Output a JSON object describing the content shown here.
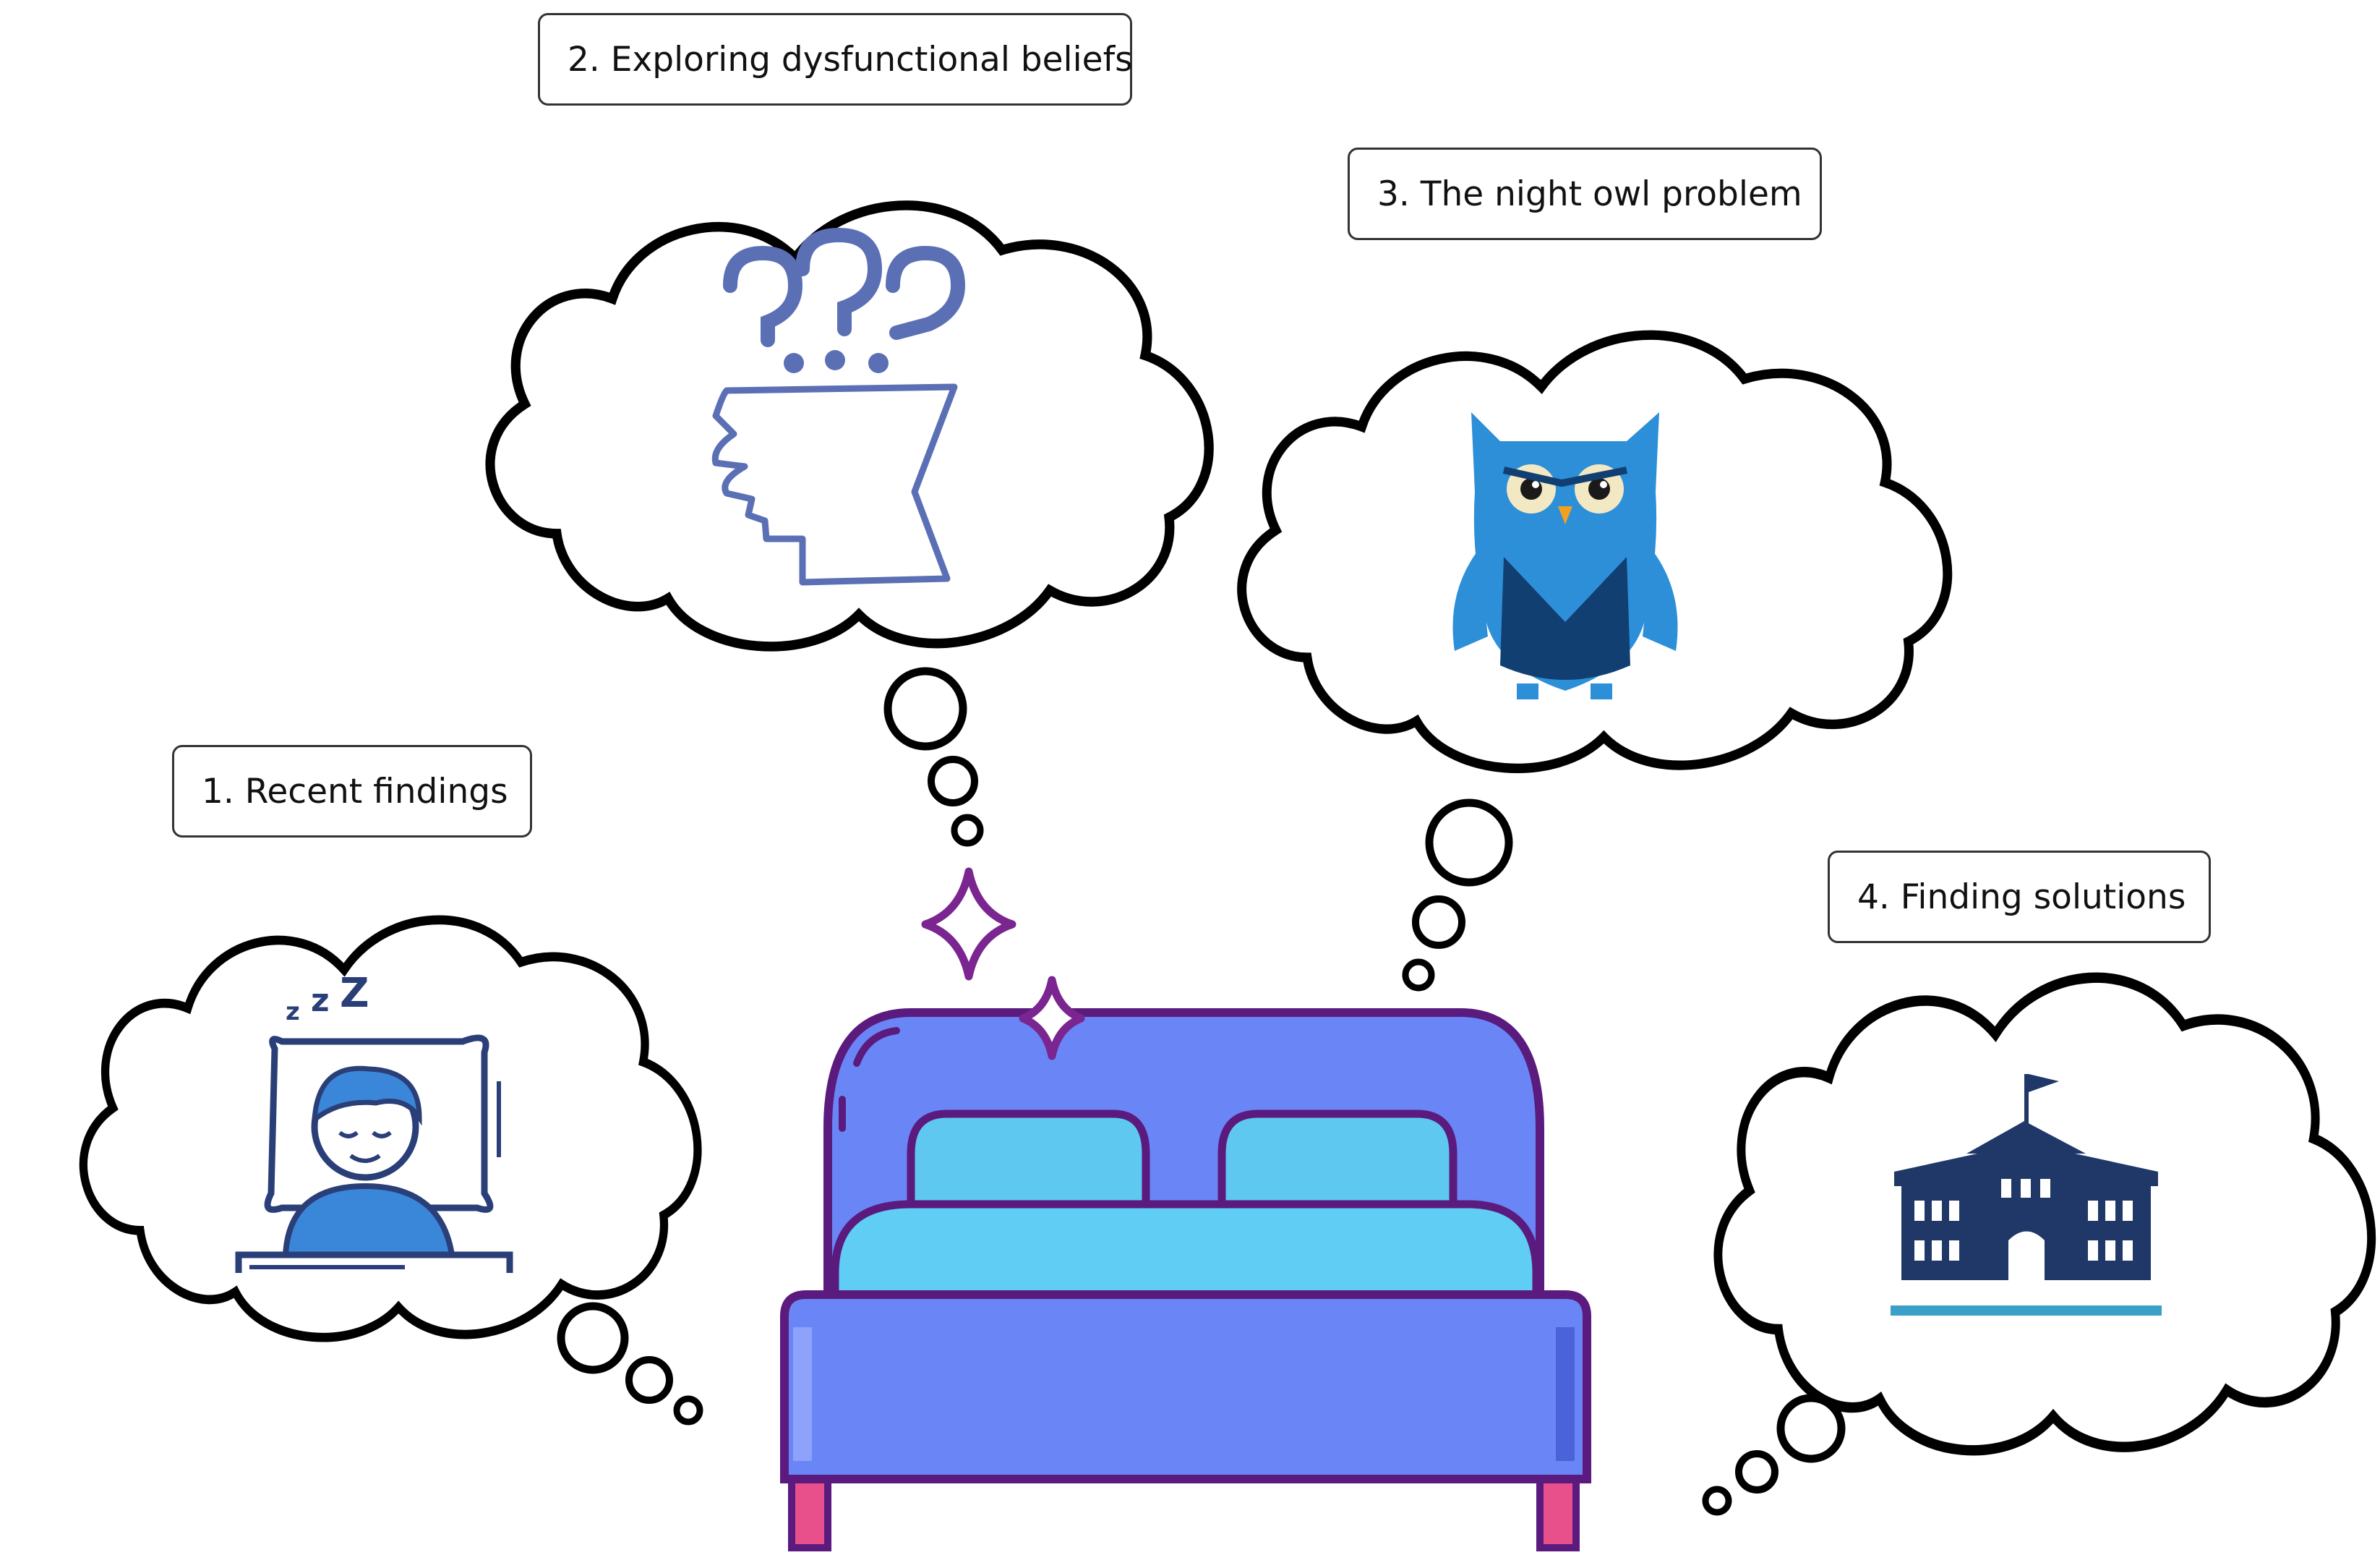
{
  "labels": {
    "recent_findings": "1. Recent findings",
    "dysfunctional_beliefs": "2. Exploring dysfunctional beliefs",
    "night_owl": "3. The night owl problem",
    "finding_solutions": "4. Finding solutions"
  },
  "colors": {
    "cloud_outline": "#000000",
    "bed_outline": "#5b1a7e",
    "bed_body": "#6a86f6",
    "bed_shade": "#8ea2fb",
    "pillow": "#5fc8f0",
    "blanket": "#60cdf5",
    "bed_leg": "#e8508c",
    "owl_blue": "#2d8fd8",
    "owl_dark": "#123f72",
    "school_navy": "#1f3868",
    "head_outline": "#5b6fb5",
    "sleeper_blue": "#3a86d8",
    "sparkle": "#7a2590"
  },
  "icons": [
    "sleeping-person-icon",
    "question-head-icon",
    "owl-icon",
    "school-building-icon",
    "bed-icon",
    "sparkle-icon"
  ]
}
